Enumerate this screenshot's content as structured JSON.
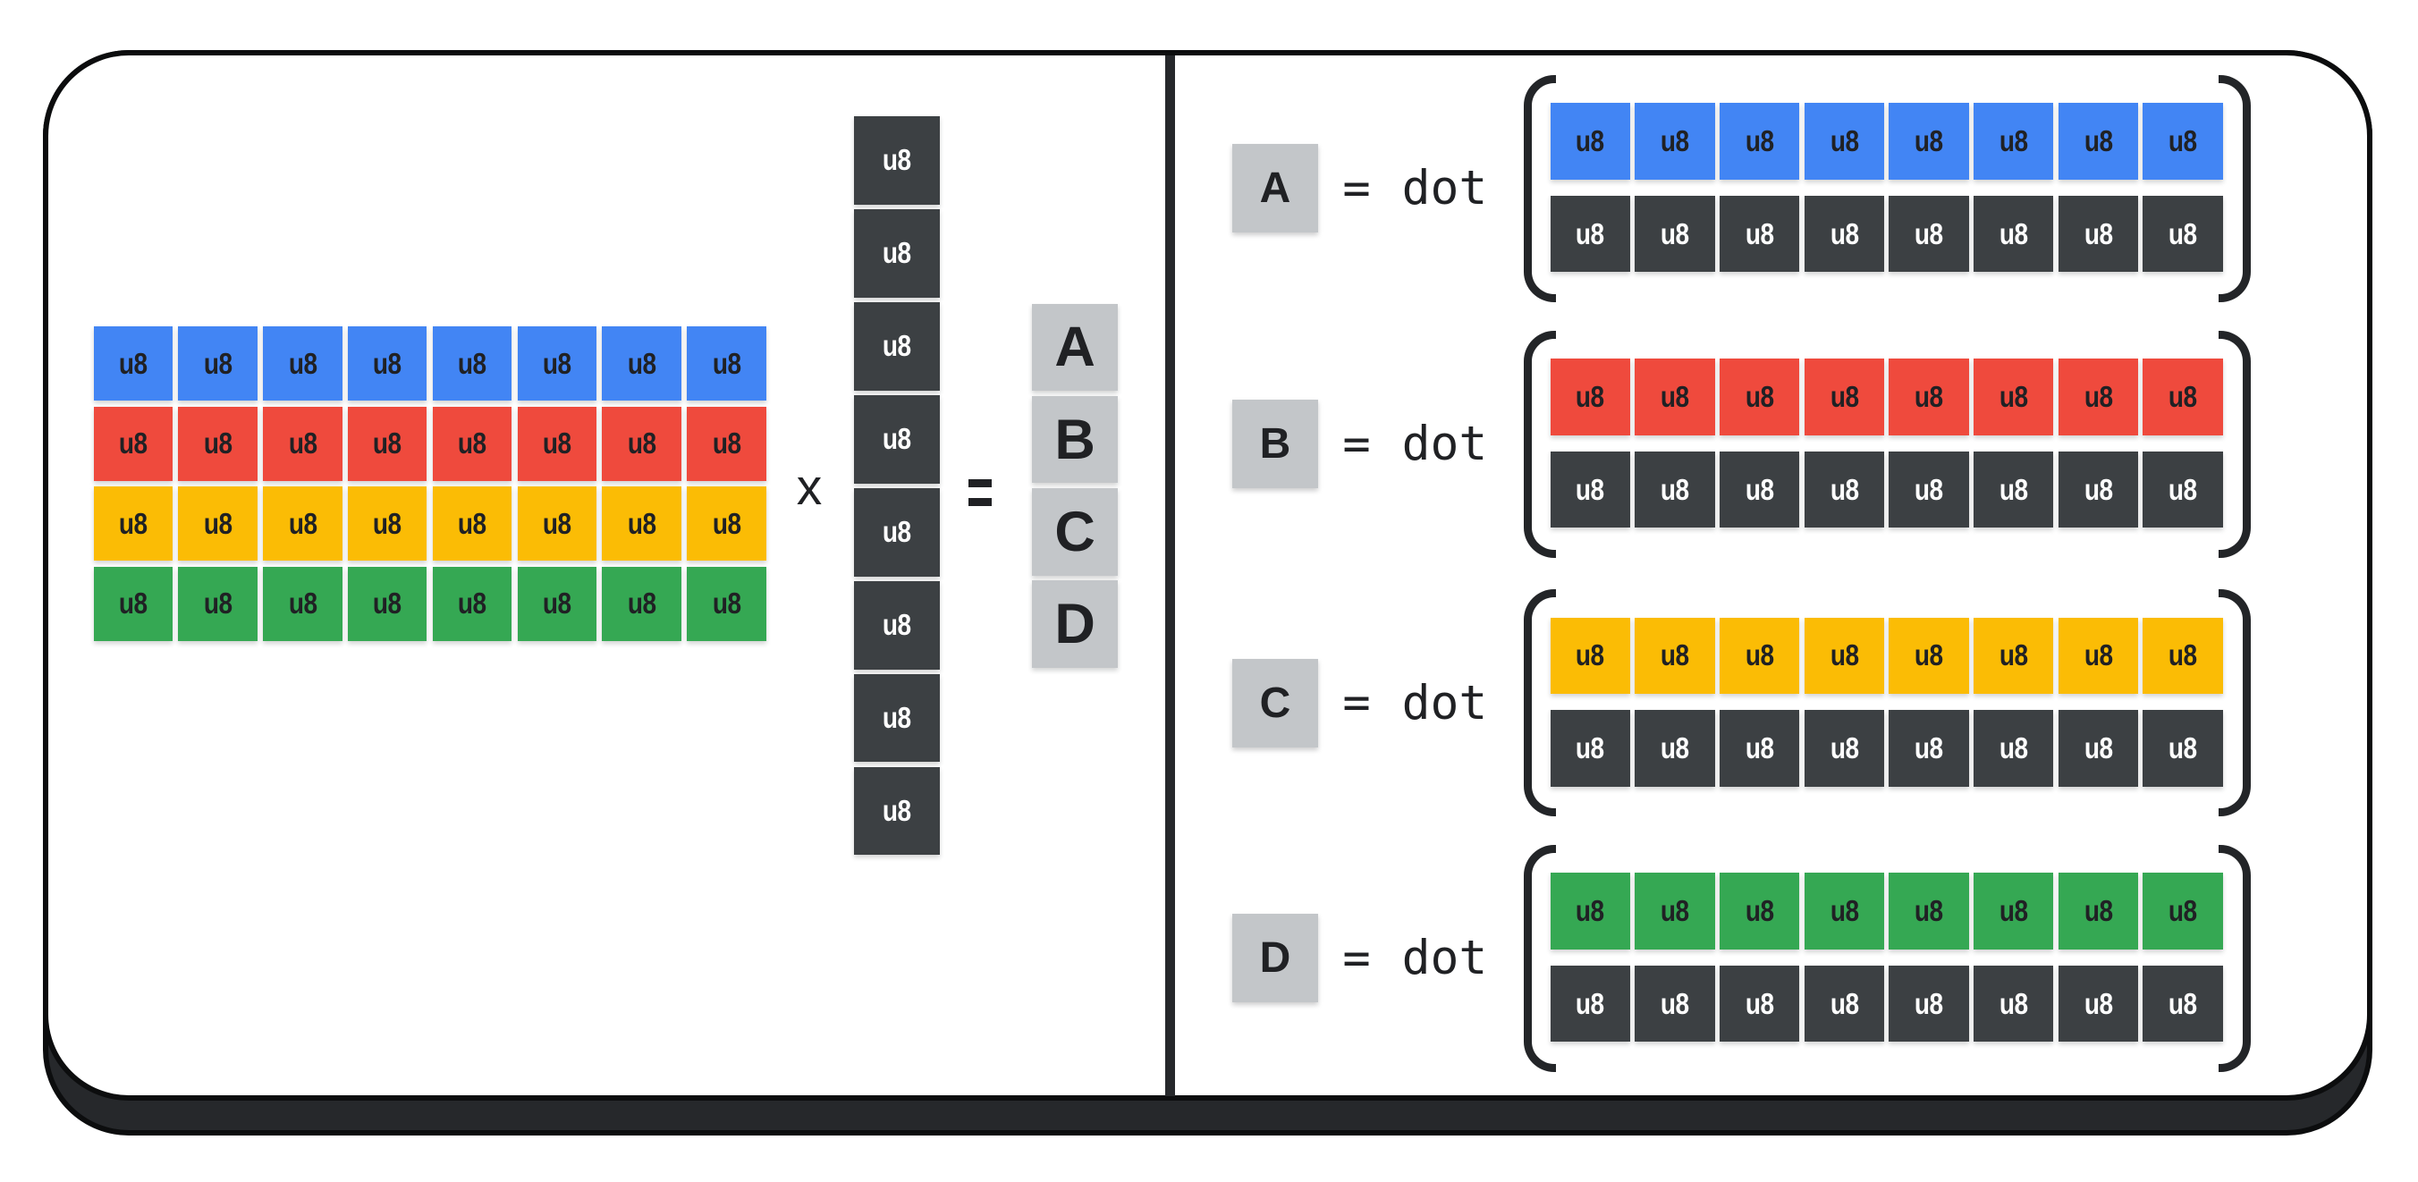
{
  "colors": {
    "blue": "#4285F4",
    "red": "#EF4A3D",
    "yellow": "#FBBC05",
    "green": "#35A853",
    "dark_cell": "#3C4043",
    "label_bg": "#C3C6C9",
    "text_dark": "#202124",
    "text_light": "#FFFFFF",
    "card_bg": "#FFFFFF",
    "band": "#26282B",
    "outline": "#0C0D0E",
    "divider": "#26282B",
    "paren": "#232528"
  },
  "left_panel": {
    "matrix_rows": [
      {
        "color": "blue",
        "cells": [
          "u8",
          "u8",
          "u8",
          "u8",
          "u8",
          "u8",
          "u8",
          "u8"
        ]
      },
      {
        "color": "red",
        "cells": [
          "u8",
          "u8",
          "u8",
          "u8",
          "u8",
          "u8",
          "u8",
          "u8"
        ]
      },
      {
        "color": "yellow",
        "cells": [
          "u8",
          "u8",
          "u8",
          "u8",
          "u8",
          "u8",
          "u8",
          "u8"
        ]
      },
      {
        "color": "green",
        "cells": [
          "u8",
          "u8",
          "u8",
          "u8",
          "u8",
          "u8",
          "u8",
          "u8"
        ]
      }
    ],
    "multiply_symbol": "x",
    "vector_cells": [
      "u8",
      "u8",
      "u8",
      "u8",
      "u8",
      "u8",
      "u8",
      "u8"
    ],
    "equals_symbol": "=",
    "result_labels": [
      "A",
      "B",
      "C",
      "D"
    ]
  },
  "right_panel": {
    "groups": [
      {
        "label": "A",
        "equals_symbol": "=",
        "function_name": "dot",
        "color": "blue",
        "top_cells": [
          "u8",
          "u8",
          "u8",
          "u8",
          "u8",
          "u8",
          "u8",
          "u8"
        ],
        "bottom_cells": [
          "u8",
          "u8",
          "u8",
          "u8",
          "u8",
          "u8",
          "u8",
          "u8"
        ]
      },
      {
        "label": "B",
        "equals_symbol": "=",
        "function_name": "dot",
        "color": "red",
        "top_cells": [
          "u8",
          "u8",
          "u8",
          "u8",
          "u8",
          "u8",
          "u8",
          "u8"
        ],
        "bottom_cells": [
          "u8",
          "u8",
          "u8",
          "u8",
          "u8",
          "u8",
          "u8",
          "u8"
        ]
      },
      {
        "label": "C",
        "equals_symbol": "=",
        "function_name": "dot",
        "color": "yellow",
        "top_cells": [
          "u8",
          "u8",
          "u8",
          "u8",
          "u8",
          "u8",
          "u8",
          "u8"
        ],
        "bottom_cells": [
          "u8",
          "u8",
          "u8",
          "u8",
          "u8",
          "u8",
          "u8",
          "u8"
        ]
      },
      {
        "label": "D",
        "equals_symbol": "=",
        "function_name": "dot",
        "color": "green",
        "top_cells": [
          "u8",
          "u8",
          "u8",
          "u8",
          "u8",
          "u8",
          "u8",
          "u8"
        ],
        "bottom_cells": [
          "u8",
          "u8",
          "u8",
          "u8",
          "u8",
          "u8",
          "u8",
          "u8"
        ]
      }
    ]
  }
}
